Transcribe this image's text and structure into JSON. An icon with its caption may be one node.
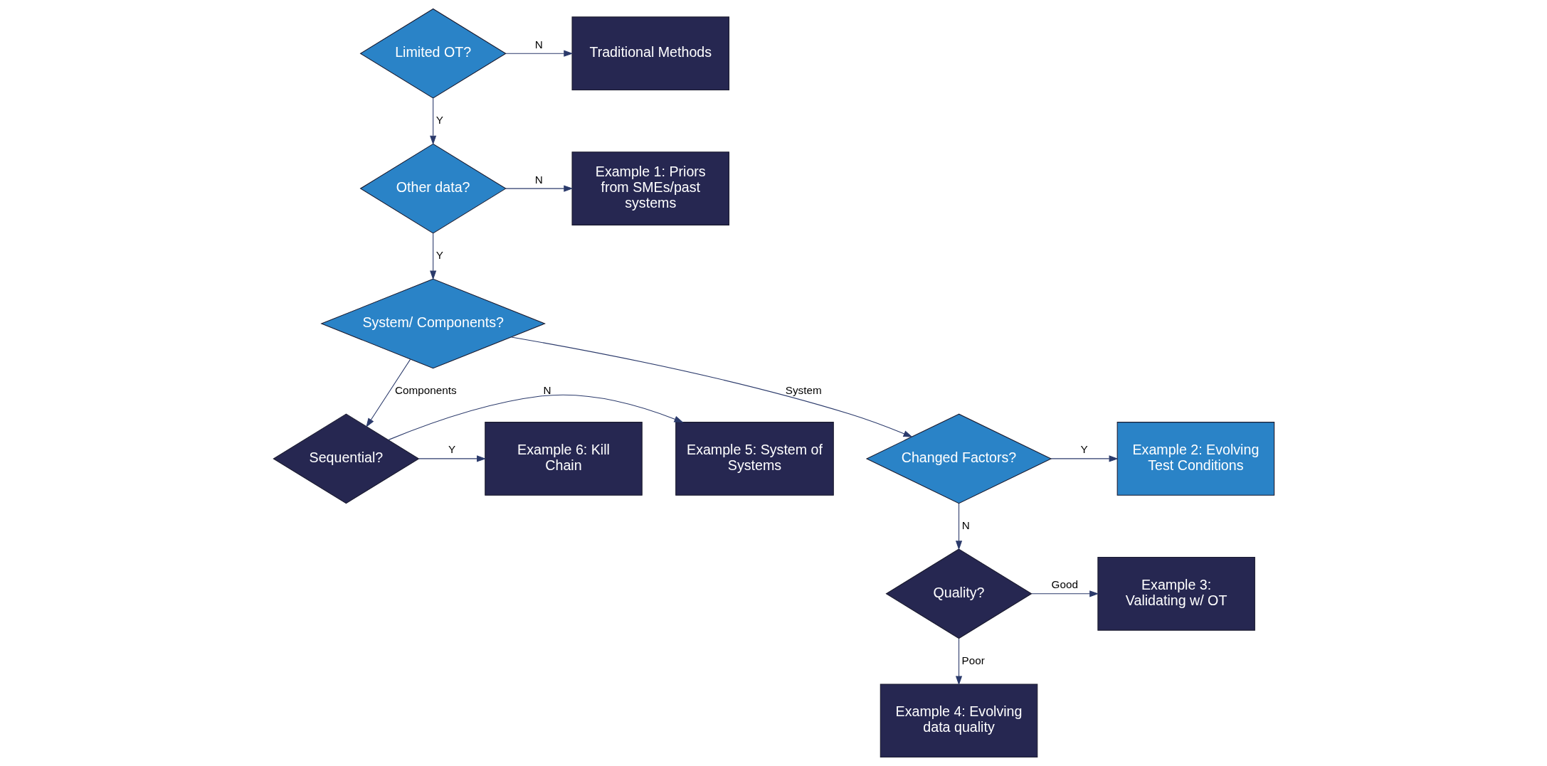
{
  "diagram": {
    "nodes": [
      {
        "text": [
          "Limited OT?"
        ]
      },
      {
        "text": [
          "Traditional Methods"
        ]
      },
      {
        "text": [
          "Other data?"
        ]
      },
      {
        "text": [
          "Example 1: Priors from SMEs/past systems"
        ]
      },
      {
        "text": [
          "System/ Components?"
        ]
      },
      {
        "text": [
          "Sequential?"
        ]
      },
      {
        "text": [
          "Example 5: System of Systems"
        ]
      },
      {
        "text": [
          "Example 6: Kill Chain"
        ]
      },
      {
        "text": [
          "Changed Factors?"
        ]
      },
      {
        "text": [
          "Example 2: Evolving Test Conditions"
        ]
      },
      {
        "text": [
          "Quality?"
        ]
      },
      {
        "text": [
          "Example 3: Validating w/ OT"
        ]
      },
      {
        "text": [
          "Example 4: Evolving data quality"
        ]
      }
    ],
    "edges": [
      {
        "from": 0,
        "to": 1,
        "arrow": "to",
        "label": "N"
      },
      {
        "from": 0,
        "to": 2,
        "arrow": "to",
        "label": "Y"
      },
      {
        "from": 2,
        "to": 3,
        "arrow": "to",
        "label": "N"
      },
      {
        "from": 2,
        "to": 4,
        "arrow": "to",
        "label": "Y"
      },
      {
        "from": 4,
        "to": 8,
        "arrow": "to",
        "label": "System"
      },
      {
        "from": 4,
        "to": 5,
        "arrow": "to",
        "label": "Components"
      },
      {
        "from": 5,
        "to": 6,
        "arrow": "to",
        "label": "N"
      },
      {
        "from": 5,
        "to": 7,
        "arrow": "to",
        "label": "Y"
      },
      {
        "from": 8,
        "to": 9,
        "arrow": "to",
        "label": "Y"
      },
      {
        "from": 8,
        "to": 10,
        "arrow": "to",
        "label": "N"
      },
      {
        "from": 10,
        "to": 11,
        "arrow": "to",
        "label": "Good"
      },
      {
        "from": 10,
        "to": 12,
        "arrow": "to",
        "label": "Poor"
      }
    ]
  }
}
